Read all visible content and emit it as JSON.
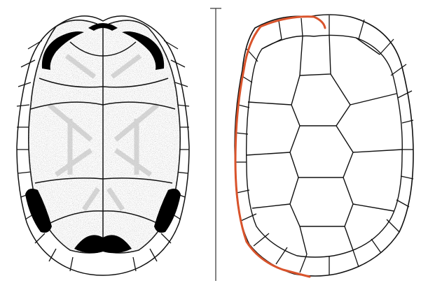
{
  "figure": {
    "panels": [
      {
        "id": "plastron",
        "view": "ventral",
        "fill_texture": "stippled"
      },
      {
        "id": "carapace",
        "view": "dorsal",
        "fill_texture": "none"
      }
    ],
    "colors": {
      "outline": "#111111",
      "stipple": "#8a8a8a",
      "black_fill": "#000000",
      "highlight": "#d9532b",
      "divider": "#333333",
      "background": "#ffffff"
    }
  }
}
